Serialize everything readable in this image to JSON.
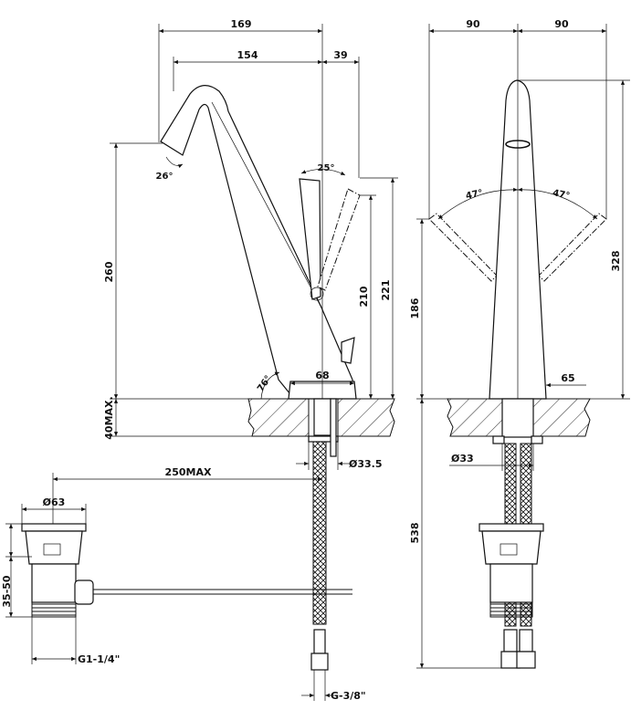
{
  "side_view": {
    "spout_reach": "169",
    "outlet_to_axis": "154",
    "axis_to_lever": "39",
    "lever_rotation": "25°",
    "spout_angle": "26°",
    "body_angle": "76°",
    "outlet_height": "260",
    "lever_height": "210",
    "total_height": "221",
    "base_width": "68",
    "deck_max": "40MAX.",
    "hole_diameter": "Ø33.5",
    "rod_reach": "250MAX"
  },
  "front_view": {
    "half_width_left": "90",
    "half_width_right": "90",
    "lever_angle_left": "47°",
    "lever_angle_right": "47°",
    "total_height": "328",
    "body_height": "186",
    "base_width": "65",
    "hole_diameter": "Ø33",
    "hose_length": "538",
    "hose_thread": "G-3/8\""
  },
  "waste": {
    "diameter": "Ø63",
    "height_range": "35-50",
    "thread": "G1-1/4\""
  }
}
